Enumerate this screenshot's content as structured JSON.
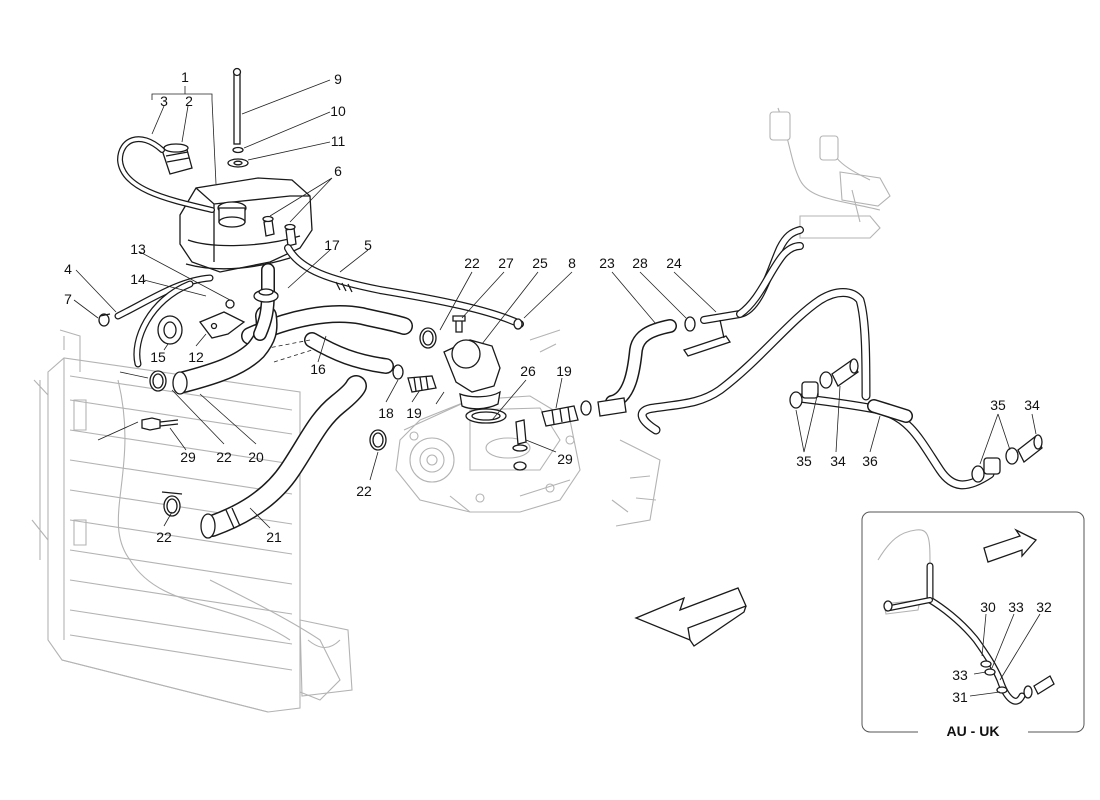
{
  "callouts": [
    {
      "id": "c1",
      "text": "1"
    },
    {
      "id": "c2",
      "text": "2"
    },
    {
      "id": "c3",
      "text": "3"
    },
    {
      "id": "c9",
      "text": "9"
    },
    {
      "id": "c10",
      "text": "10"
    },
    {
      "id": "c11",
      "text": "11"
    },
    {
      "id": "c6",
      "text": "6"
    },
    {
      "id": "c13",
      "text": "13"
    },
    {
      "id": "c17",
      "text": "17"
    },
    {
      "id": "c5",
      "text": "5"
    },
    {
      "id": "c4",
      "text": "4"
    },
    {
      "id": "c14",
      "text": "14"
    },
    {
      "id": "c7",
      "text": "7"
    },
    {
      "id": "c15",
      "text": "15"
    },
    {
      "id": "c12",
      "text": "12"
    },
    {
      "id": "c16",
      "text": "16"
    },
    {
      "id": "c22a",
      "text": "22"
    },
    {
      "id": "c27",
      "text": "27"
    },
    {
      "id": "c25",
      "text": "25"
    },
    {
      "id": "c8",
      "text": "8"
    },
    {
      "id": "c23",
      "text": "23"
    },
    {
      "id": "c28",
      "text": "28"
    },
    {
      "id": "c24",
      "text": "24"
    },
    {
      "id": "c18",
      "text": "18"
    },
    {
      "id": "c19a",
      "text": "19"
    },
    {
      "id": "c26",
      "text": "26"
    },
    {
      "id": "c19b",
      "text": "19"
    },
    {
      "id": "c29a",
      "text": "29"
    },
    {
      "id": "c22b",
      "text": "22"
    },
    {
      "id": "c20",
      "text": "20"
    },
    {
      "id": "c29b",
      "text": "29"
    },
    {
      "id": "c22c",
      "text": "22"
    },
    {
      "id": "c22d",
      "text": "22"
    },
    {
      "id": "c21",
      "text": "21"
    },
    {
      "id": "c35a",
      "text": "35"
    },
    {
      "id": "c34a",
      "text": "34"
    },
    {
      "id": "c35b",
      "text": "35"
    },
    {
      "id": "c34b",
      "text": "34"
    },
    {
      "id": "c36",
      "text": "36"
    },
    {
      "id": "c30",
      "text": "30"
    },
    {
      "id": "c33a",
      "text": "33"
    },
    {
      "id": "c32",
      "text": "32"
    },
    {
      "id": "c33b",
      "text": "33"
    },
    {
      "id": "c31",
      "text": "31"
    }
  ],
  "inset": {
    "title": "AU - UK"
  },
  "icons": {
    "direction_arrow": "front-direction-arrow-icon"
  },
  "colors": {
    "line": "#1a1a1a",
    "ghost": "#b3b3b3",
    "background": "#ffffff"
  }
}
